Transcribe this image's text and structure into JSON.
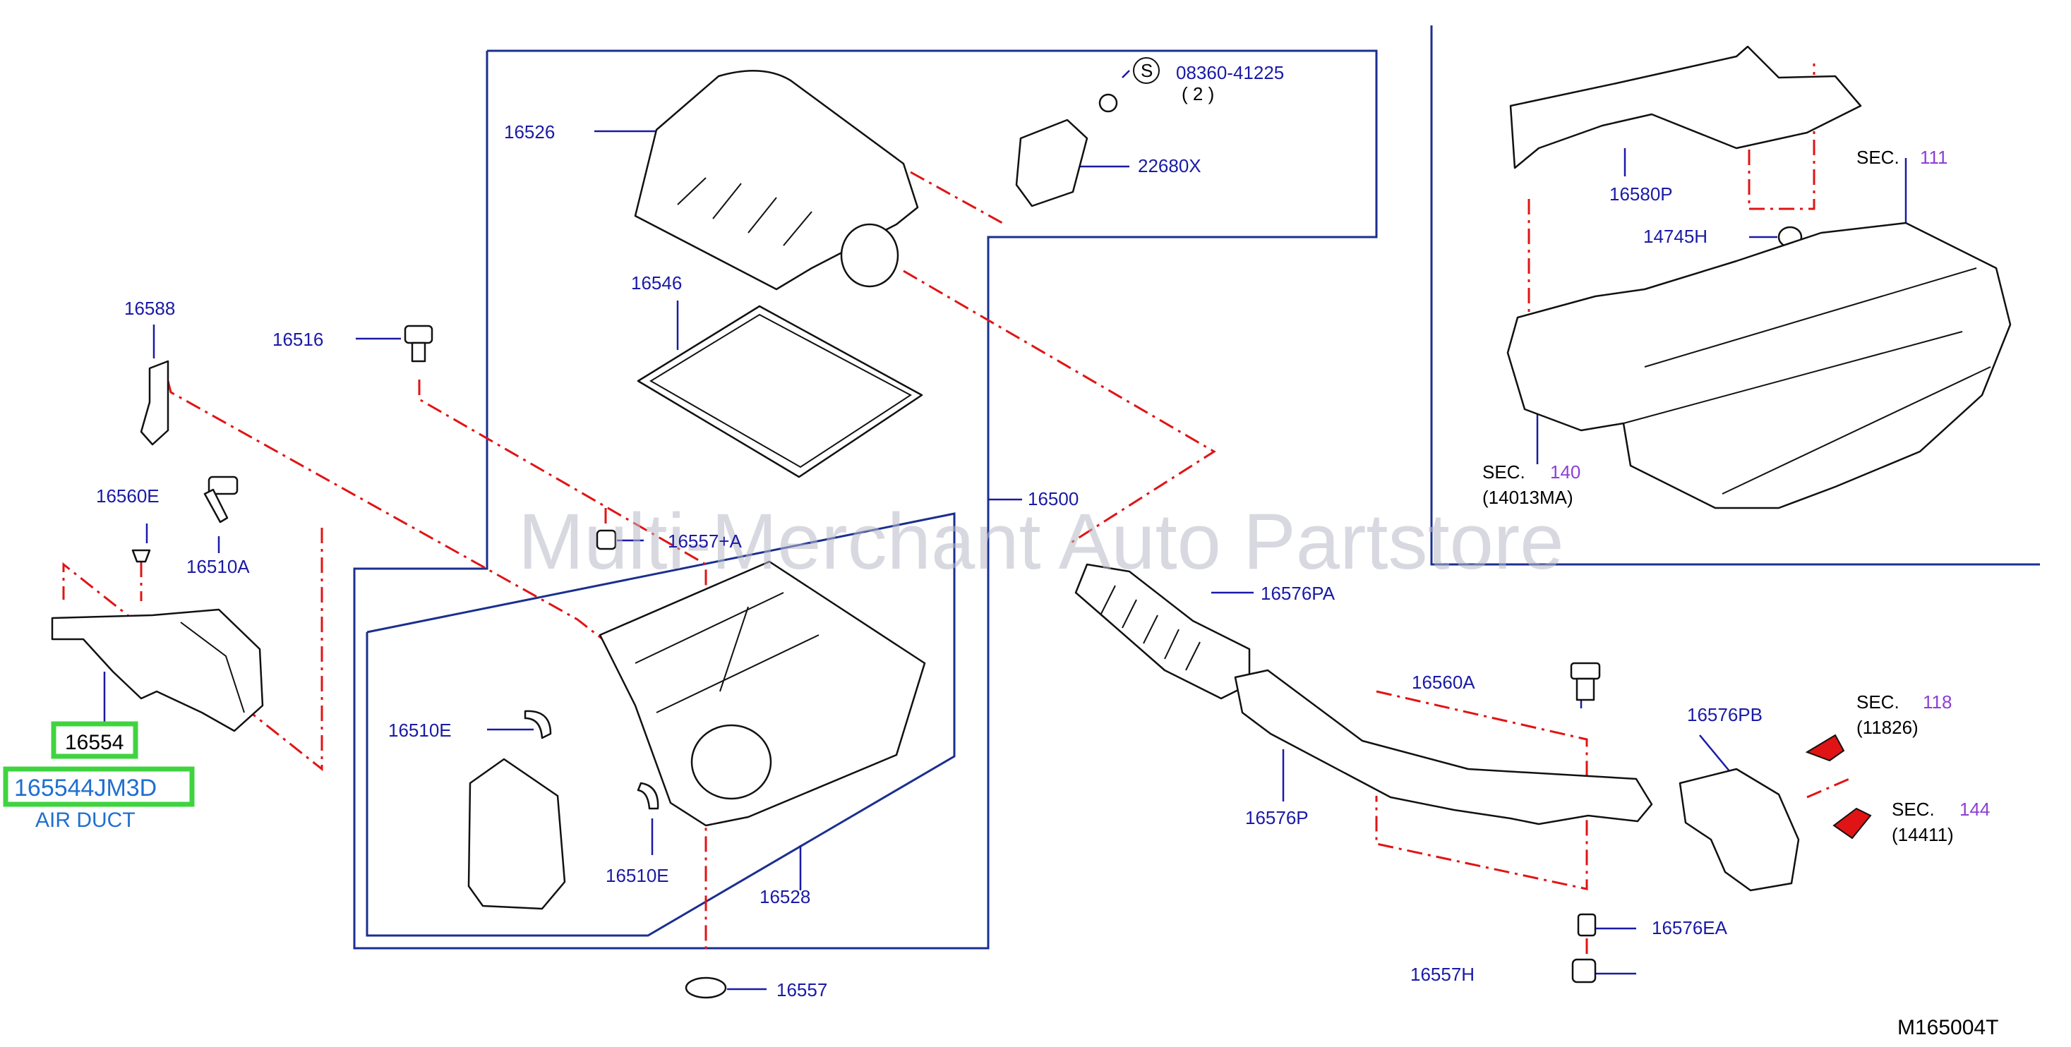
{
  "watermark": "Multi-Merchant Auto Partstore",
  "diagram_code": "M165004T",
  "highlight": {
    "part_number": "16554",
    "oem_number": "165544JM3D",
    "description": "AIR DUCT",
    "color": "#3fd43f"
  },
  "labels": {
    "p16526": "16526",
    "p16546": "16546",
    "p16588": "16588",
    "p16516": "16516",
    "p16560E": "16560E",
    "p16510A": "16510A",
    "p16557A": "16557+A",
    "p16500": "16500",
    "p16510E_a": "16510E",
    "p16510E_b": "16510E",
    "p16528": "16528",
    "p16557": "16557",
    "p22680X": "22680X",
    "screw_s": "S",
    "screw_no": "08360-41225",
    "screw_qty": "( 2 )",
    "p16580P": "16580P",
    "p14745H": "14745H",
    "p16576PA": "16576PA",
    "p16560A": "16560A",
    "p16576PB": "16576PB",
    "p16576P": "16576P",
    "p16576EA": "16576EA",
    "p16557H": "16557H"
  },
  "sections": {
    "sec111": {
      "prefix": "SEC.",
      "num": "111"
    },
    "sec140": {
      "prefix": "SEC.",
      "num": "140",
      "sub": "(14013MA)"
    },
    "sec118": {
      "prefix": "SEC.",
      "num": "118",
      "sub": "(11826)"
    },
    "sec144": {
      "prefix": "SEC.",
      "num": "144",
      "sub": "(14411)"
    }
  },
  "colors": {
    "label": "#1a1aa6",
    "frame": "#1a2f8f",
    "dash": "#e01414",
    "section_number": "#8b3fd6",
    "highlight_text": "#1f6fcf"
  }
}
